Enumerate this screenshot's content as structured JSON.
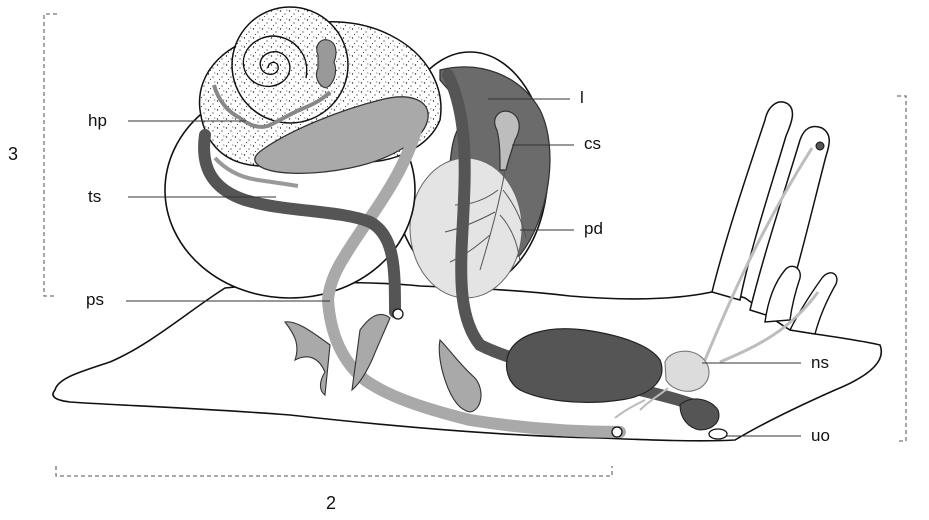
{
  "labels": {
    "hp": "hp",
    "ts": "ts",
    "ps": "ps",
    "l": "l",
    "cs": "cs",
    "pd": "pd",
    "ns": "ns",
    "uo": "uo"
  },
  "dimensions": {
    "height_marker": "3",
    "length_marker": "2"
  },
  "colors": {
    "outline": "#111111",
    "dark_tube": "#555555",
    "mid_gray": "#a9a9a9",
    "light_gray": "#dcdcdc",
    "speckle_bg": "#ffffff",
    "dash": "#777777"
  }
}
